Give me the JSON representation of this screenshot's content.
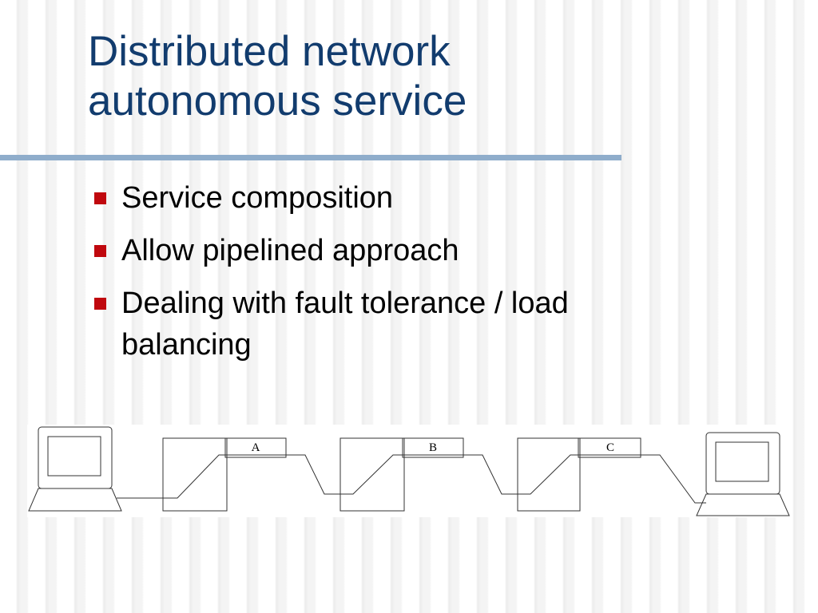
{
  "slide": {
    "title_lines": [
      "Distributed network",
      "autonomous service"
    ],
    "bullets": [
      "Service composition",
      "Allow pipelined approach",
      "Dealing with fault tolerance / load balancing"
    ],
    "colors": {
      "title": "#123c6e",
      "rule": "#8fadcb",
      "bullet_marker": "#c0080e"
    }
  },
  "diagram": {
    "endpoints": [
      "computer-icon",
      "computer-icon"
    ],
    "services": [
      {
        "label": "A"
      },
      {
        "label": "B"
      },
      {
        "label": "C"
      }
    ]
  }
}
